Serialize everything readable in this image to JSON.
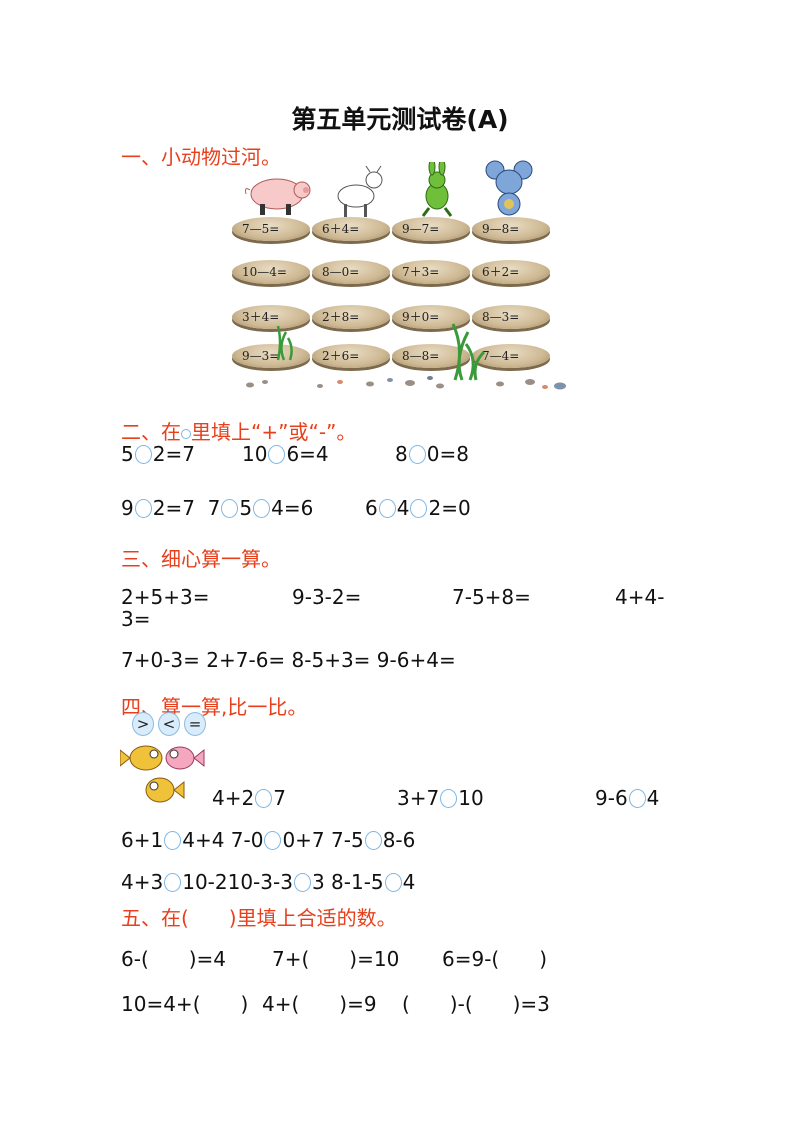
{
  "title": "第五单元测试卷(A)",
  "sections": {
    "s1": "一、小动物过河。",
    "s2_pre": "二、在",
    "s2_post": "里填上“+”或“-”。",
    "s3": "三、细心算一算。",
    "s4": "四、算一算,比一比。",
    "s5": "五、在(　　)里填上合适的数。"
  },
  "river": {
    "stones": [
      [
        "7—5=",
        "6＋4=",
        "9—7=",
        "9—8="
      ],
      [
        "10—4=",
        "8—0=",
        "7＋3=",
        "6＋2="
      ],
      [
        "3＋4=",
        "2＋8=",
        "9＋0=",
        "8—3="
      ],
      [
        "9—3=",
        "2＋6=",
        "8—8=",
        "7—4="
      ]
    ]
  },
  "part2": {
    "row1": [
      {
        "a": "5",
        "b": "2=7"
      },
      {
        "a": "10",
        "b": "6=4"
      },
      {
        "a": "8",
        "b": "0=8"
      }
    ],
    "row2": {
      "q1a": "9",
      "q1b": "2=7",
      "q2a": "7",
      "q2b": "5",
      "q2c": "4=6",
      "q3a": "6",
      "q3b": "4",
      "q3c": "2=0"
    }
  },
  "part3": {
    "row1": [
      "2+5+3=",
      "9-3-2=",
      "7-5+8=",
      "4+4-"
    ],
    "row1_wrap": "3=",
    "row2": "7+0-3= 2+7-6= 8-5+3= 9-6+4="
  },
  "part4": {
    "bubbles": [
      ">",
      "<",
      "="
    ],
    "row1": [
      {
        "a": "4+2",
        "b": "7"
      },
      {
        "a": "3+7",
        "b": "10"
      },
      {
        "a": "9-6",
        "b": "4"
      }
    ],
    "row2": {
      "a1": "6+1",
      "b1": "4+4 7-0",
      "b2": "0+7  7-5",
      "b3": "8-6"
    },
    "row3": {
      "a1": "4+3",
      "b1": "10-210-3-3",
      "b2": "3 8-1-5",
      "b3": "4"
    }
  },
  "part5": {
    "row1": [
      "6-(　　)=4",
      "7+(　　)=10",
      "6=9-(　　)"
    ],
    "row2": [
      "10=4+(　　)",
      "4+(　　)=9",
      "(　　)-(　　)=3"
    ]
  }
}
